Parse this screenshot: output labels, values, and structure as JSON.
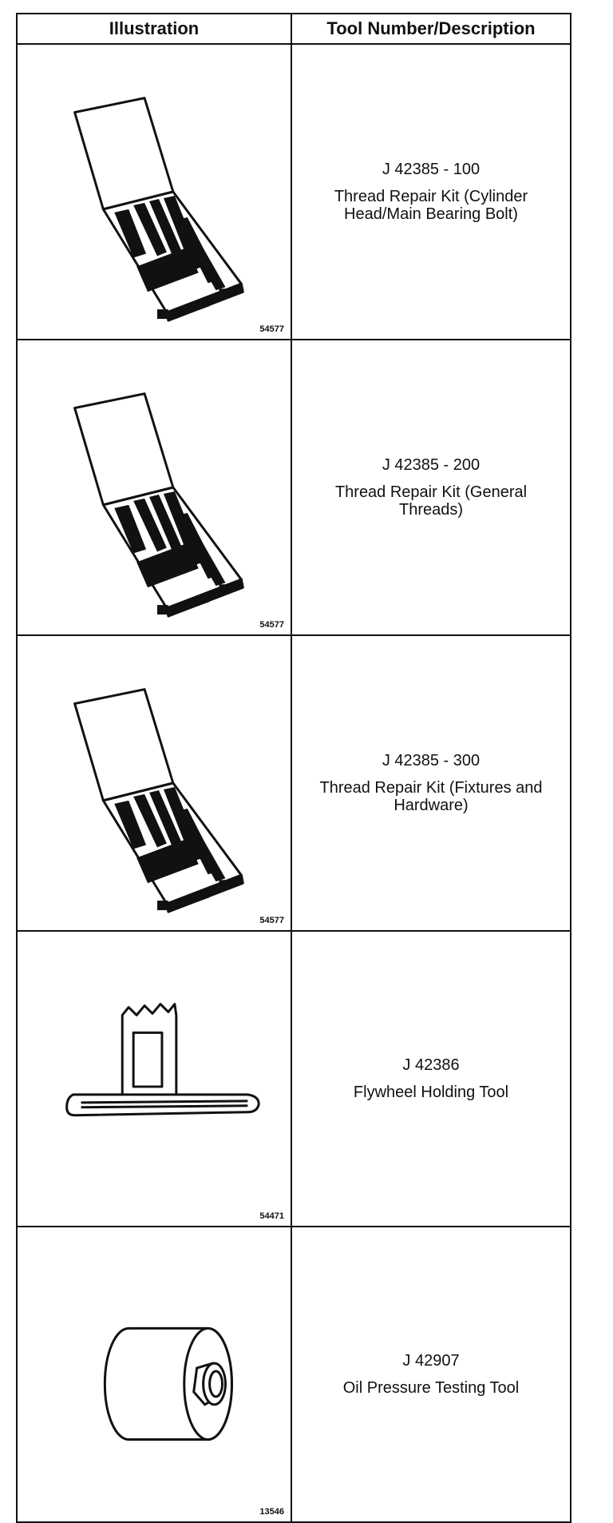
{
  "header": {
    "illustration": "Illustration",
    "tool": "Tool Number/Description"
  },
  "tools": [
    {
      "image_number": "54577",
      "tool_number": "J 42385 - 100",
      "description": "Thread Repair Kit (Cylinder Head/Main Bearing Bolt)",
      "icon": "thread-repair-kit-icon"
    },
    {
      "image_number": "54577",
      "tool_number": "J 42385 - 200",
      "description": "Thread Repair Kit (General Threads)",
      "icon": "thread-repair-kit-icon"
    },
    {
      "image_number": "54577",
      "tool_number": "J 42385 - 300",
      "description": "Thread Repair Kit (Fixtures and Hardware)",
      "icon": "thread-repair-kit-icon"
    },
    {
      "image_number": "54471",
      "tool_number": "J 42386",
      "description": "Flywheel Holding Tool",
      "icon": "flywheel-holding-tool-icon"
    },
    {
      "image_number": "13546",
      "tool_number": "J 42907",
      "description": "Oil Pressure Testing Tool",
      "icon": "oil-pressure-testing-tool-icon"
    }
  ]
}
